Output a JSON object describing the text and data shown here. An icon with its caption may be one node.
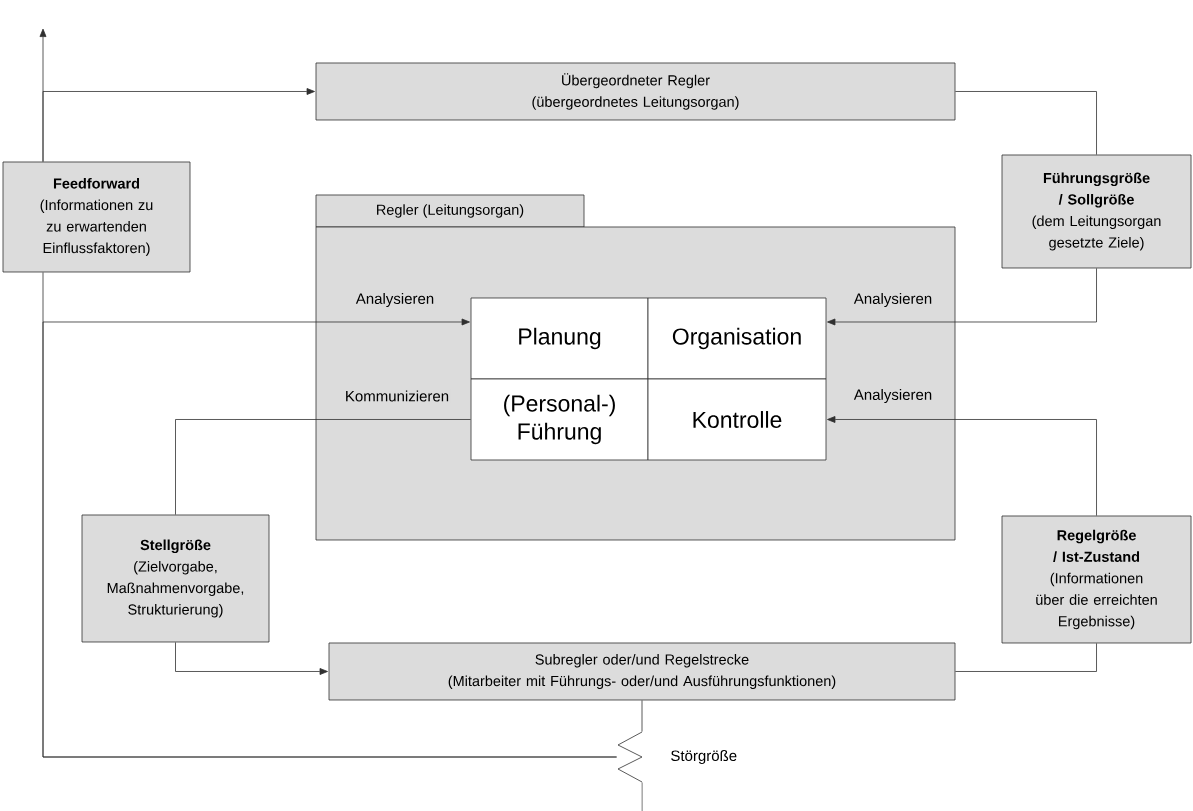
{
  "diagram": {
    "nodes": [
      {
        "text": [
          "Übergeordneter Regler",
          "(übergeordnetes Leitungsorgan)"
        ]
      },
      {
        "text": [
          "Feedforward",
          "(Informationen zu zu erwartenden Einflussfaktoren)"
        ]
      },
      {
        "text": [
          "Führungsgröße / Sollgröße",
          "(dem Leitungsorgan gesetzte Ziele)"
        ]
      },
      {
        "text": [
          "Regler (Leitungsorgan)"
        ]
      },
      {
        "text": [
          "Planung"
        ],
        "in": 3
      },
      {
        "text": [
          "Organisation"
        ],
        "in": 3
      },
      {
        "text": [
          "(Personal-) Führung"
        ],
        "in": 3
      },
      {
        "text": [
          "Kontrolle"
        ],
        "in": 3
      },
      {
        "text": [
          "Stellgröße",
          "(Zielvorgabe, Maßnahmenvorgabe, Strukturierung)"
        ]
      },
      {
        "text": [
          "Regelgröße / Ist-Zustand",
          "(Informationen über die erreichten Ergebnisse)"
        ]
      },
      {
        "text": [
          "Subregler oder/und Regelstrecke",
          "(Mitarbeiter mit Führungs- oder/und Ausführungsfunktionen)"
        ]
      },
      {
        "text": [],
        "shape": "zigzag",
        "beside": [
          "Störgröße"
        ]
      }
    ],
    "edges": [
      {
        "from": 11,
        "to": 1,
        "arrow": "none"
      },
      {
        "from": 11,
        "to": 4,
        "arrow": "to",
        "label": "Analysieren"
      },
      {
        "from": 1,
        "to": null,
        "arrow": "to"
      },
      {
        "from": 1,
        "to": 0,
        "arrow": "to"
      },
      {
        "from": 0,
        "to": 2,
        "arrow": "none"
      },
      {
        "from": 2,
        "to": 5,
        "arrow": "to",
        "label": "Analysieren"
      },
      {
        "from": 9,
        "to": 7,
        "arrow": "to",
        "label": "Analysieren"
      },
      {
        "from": 6,
        "to": 8,
        "arrow": "none",
        "label": "Kommunizieren"
      },
      {
        "from": 8,
        "to": 10,
        "arrow": "to"
      },
      {
        "from": 9,
        "to": 10,
        "arrow": "none"
      },
      {
        "from": 10,
        "to": 11,
        "arrow": "none"
      },
      {
        "from": 11,
        "to": null,
        "arrow": "none"
      }
    ]
  }
}
